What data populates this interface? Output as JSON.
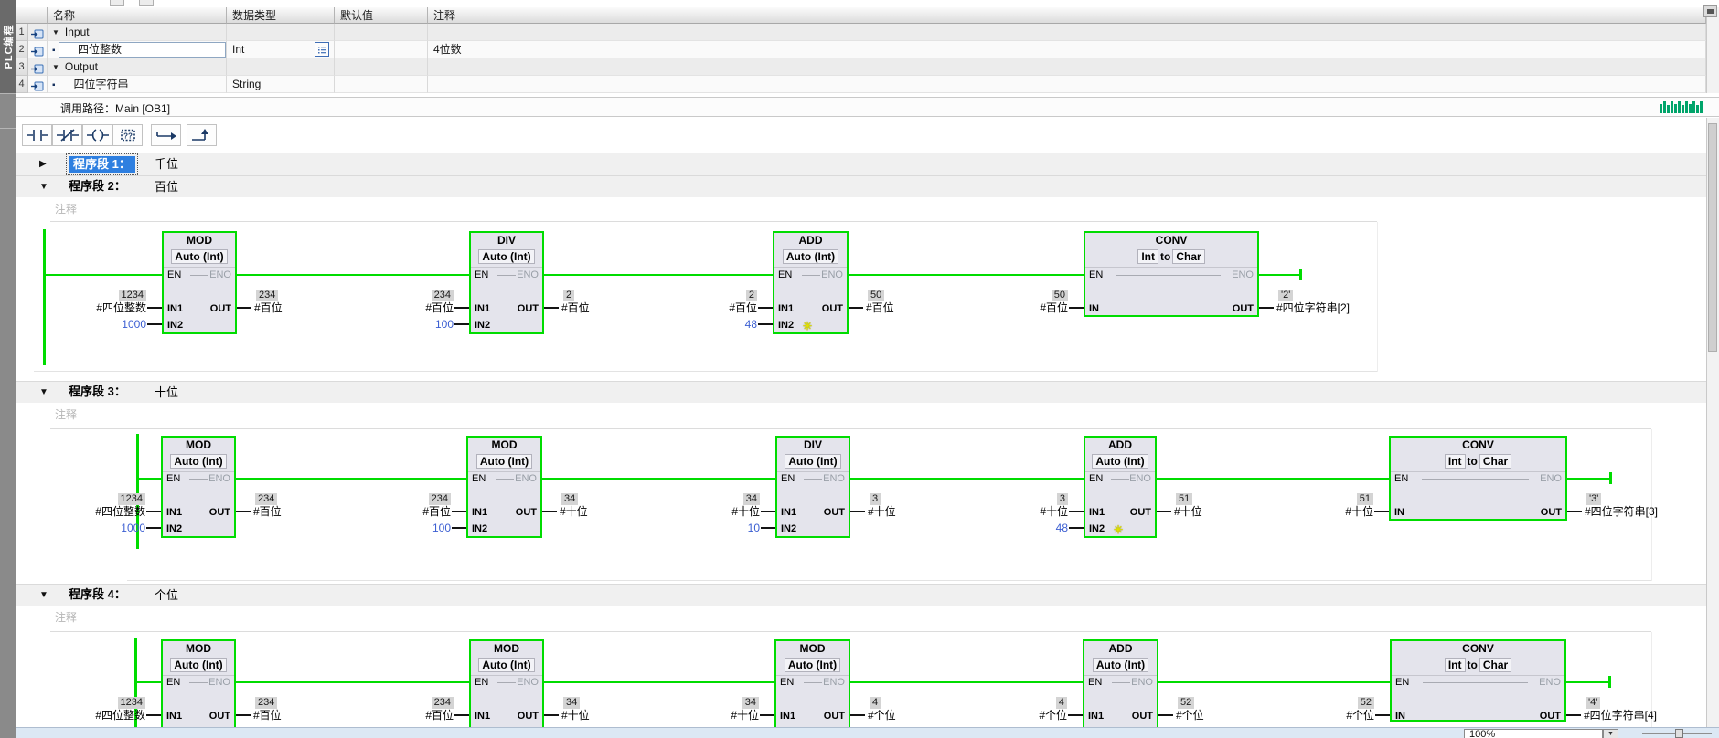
{
  "colors": {
    "wire_green": "#00dc00",
    "selection_blue": "#2e7fe0",
    "constant_blue": "#3c5fd2",
    "star_yellow": "#e0e000",
    "monitor_bar_green": "#00a46a"
  },
  "left_tab": {
    "label": "PLC编程"
  },
  "interface_table": {
    "headers": {
      "name": "名称",
      "data_type": "数据类型",
      "default_value": "默认值",
      "comment": "注释"
    },
    "rows": [
      {
        "num": "1",
        "kind": "group",
        "name": "Input",
        "data_type": "",
        "default_value": "",
        "comment": ""
      },
      {
        "num": "2",
        "kind": "var",
        "name": "四位整数",
        "data_type": "Int",
        "default_value": "",
        "comment": "4位数",
        "editing": true,
        "type_button": true
      },
      {
        "num": "3",
        "kind": "group",
        "name": "Output",
        "data_type": "",
        "default_value": "",
        "comment": ""
      },
      {
        "num": "4",
        "kind": "var",
        "name": "四位字符串",
        "data_type": "String",
        "default_value": "",
        "comment": ""
      }
    ]
  },
  "call_path": {
    "text": "调用路径：Main [OB1]"
  },
  "toolbar": {
    "empty_box_text": "??",
    "icons": [
      "no-contact-icon",
      "nc-contact-icon",
      "coil-icon",
      "empty-box-icon",
      "open-branch-icon",
      "close-branch-icon"
    ]
  },
  "block_labels": {
    "en": "EN",
    "eno": "ENO"
  },
  "networks": [
    {
      "label": "程序段 1：",
      "title": "千位",
      "collapsed": true,
      "selected": true
    },
    {
      "label": "程序段 2：",
      "title": "百位",
      "comment_placeholder": "注释",
      "blocks": [
        {
          "op": "MOD",
          "mode": "Auto (Int)",
          "inputs": [
            {
              "pin": "IN1",
              "operand": "#四位整数",
              "value": "1234"
            },
            {
              "pin": "IN2",
              "constant": "1000"
            }
          ],
          "outputs": [
            {
              "pin": "OUT",
              "operand": "#百位",
              "value": "234"
            }
          ]
        },
        {
          "op": "DIV",
          "mode": "Auto (Int)",
          "inputs": [
            {
              "pin": "IN1",
              "operand": "#百位",
              "value": "234"
            },
            {
              "pin": "IN2",
              "constant": "100"
            }
          ],
          "outputs": [
            {
              "pin": "OUT",
              "operand": "#百位",
              "value": "2"
            }
          ]
        },
        {
          "op": "ADD",
          "mode": "Auto (Int)",
          "star": true,
          "inputs": [
            {
              "pin": "IN1",
              "operand": "#百位",
              "value": "2"
            },
            {
              "pin": "IN2",
              "constant": "48"
            }
          ],
          "outputs": [
            {
              "pin": "OUT",
              "operand": "#百位",
              "value": "50"
            }
          ]
        },
        {
          "op": "CONV",
          "mode": "Int to Char",
          "inputs": [
            {
              "pin": "IN",
              "operand": "#百位",
              "value": "50"
            }
          ],
          "outputs": [
            {
              "pin": "OUT",
              "operand": "#四位字符串[2]",
              "value": "'2'"
            }
          ]
        }
      ]
    },
    {
      "label": "程序段 3：",
      "title": "十位",
      "comment_placeholder": "注释",
      "blocks": [
        {
          "op": "MOD",
          "mode": "Auto (Int)",
          "inputs": [
            {
              "pin": "IN1",
              "operand": "#四位整数",
              "value": "1234"
            },
            {
              "pin": "IN2",
              "constant": "1000"
            }
          ],
          "outputs": [
            {
              "pin": "OUT",
              "operand": "#百位",
              "value": "234"
            }
          ]
        },
        {
          "op": "MOD",
          "mode": "Auto (Int)",
          "inputs": [
            {
              "pin": "IN1",
              "operand": "#百位",
              "value": "234"
            },
            {
              "pin": "IN2",
              "constant": "100"
            }
          ],
          "outputs": [
            {
              "pin": "OUT",
              "operand": "#十位",
              "value": "34"
            }
          ]
        },
        {
          "op": "DIV",
          "mode": "Auto (Int)",
          "inputs": [
            {
              "pin": "IN1",
              "operand": "#十位",
              "value": "34"
            },
            {
              "pin": "IN2",
              "constant": "10"
            }
          ],
          "outputs": [
            {
              "pin": "OUT",
              "operand": "#十位",
              "value": "3"
            }
          ]
        },
        {
          "op": "ADD",
          "mode": "Auto (Int)",
          "star": true,
          "inputs": [
            {
              "pin": "IN1",
              "operand": "#十位",
              "value": "3"
            },
            {
              "pin": "IN2",
              "constant": "48"
            }
          ],
          "outputs": [
            {
              "pin": "OUT",
              "operand": "#十位",
              "value": "51"
            }
          ]
        },
        {
          "op": "CONV",
          "mode": "Int to Char",
          "inputs": [
            {
              "pin": "IN",
              "operand": "#十位",
              "value": "51"
            }
          ],
          "outputs": [
            {
              "pin": "OUT",
              "operand": "#四位字符串[3]",
              "value": "'3'"
            }
          ]
        }
      ]
    },
    {
      "label": "程序段 4：",
      "title": "个位",
      "comment_placeholder": "注释",
      "blocks": [
        {
          "op": "MOD",
          "mode": "Auto (Int)",
          "inputs": [
            {
              "pin": "IN1",
              "operand": "#四位整数",
              "value": "1234"
            }
          ],
          "outputs": [
            {
              "pin": "OUT",
              "operand": "#百位",
              "value": "234"
            }
          ]
        },
        {
          "op": "MOD",
          "mode": "Auto (Int)",
          "inputs": [
            {
              "pin": "IN1",
              "operand": "#百位",
              "value": "234"
            }
          ],
          "outputs": [
            {
              "pin": "OUT",
              "operand": "#十位",
              "value": "34"
            }
          ]
        },
        {
          "op": "MOD",
          "mode": "Auto (Int)",
          "inputs": [
            {
              "pin": "IN1",
              "operand": "#十位",
              "value": "34"
            }
          ],
          "outputs": [
            {
              "pin": "OUT",
              "operand": "#个位",
              "value": "4"
            }
          ]
        },
        {
          "op": "ADD",
          "mode": "Auto (Int)",
          "inputs": [
            {
              "pin": "IN1",
              "operand": "#个位",
              "value": "4"
            }
          ],
          "outputs": [
            {
              "pin": "OUT",
              "operand": "#个位",
              "value": "52"
            }
          ]
        },
        {
          "op": "CONV",
          "mode": "Int to Char",
          "inputs": [
            {
              "pin": "IN",
              "operand": "#个位",
              "value": "52"
            }
          ],
          "outputs": [
            {
              "pin": "OUT",
              "operand": "#四位字符串[4]",
              "value": "'4'"
            }
          ]
        }
      ]
    }
  ],
  "status_bar": {
    "zoom_value": "100%"
  }
}
